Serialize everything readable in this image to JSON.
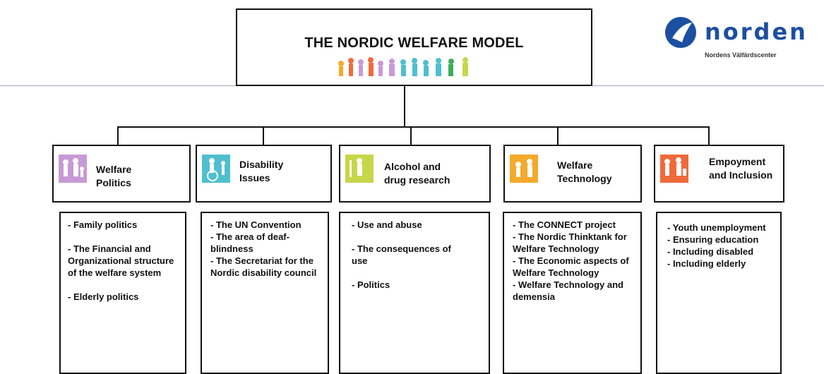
{
  "title": "THE NORDIC WELFARE MODEL",
  "logo": {
    "word": "norden",
    "subtitle": "Nordens Välfärdscenter",
    "color": "#1c4fa1"
  },
  "categories": [
    {
      "label": "Welfare Politics",
      "color": "#c79ad6",
      "icon": "family-icon",
      "items": [
        "- Family politics",
        "- The Financial and Organizational structure of the welfare system",
        "- Elderly politics"
      ]
    },
    {
      "label": "Disability Issues",
      "color": "#4fbfcf",
      "icon": "wheelchair-icon",
      "items": [
        "- The UN Convention",
        "- The area of deaf-blindness",
        "- The Secretariat for the Nordic disability council"
      ]
    },
    {
      "label": "Alcohol and drug research",
      "color": "#c6d64a",
      "icon": "person-icon",
      "items": [
        "- Use and abuse",
        "- The consequences of use",
        "- Politics"
      ]
    },
    {
      "label": "Welfare Technology",
      "color": "#f4aa2a",
      "icon": "technology-icon",
      "items": [
        "- The CONNECT project",
        "- The Nordic Thinktank for Welfare Technology",
        "- The Economic aspects of Welfare Technology",
        "- Welfare Technology and demensia"
      ]
    },
    {
      "label": "Empoyment and Inclusion",
      "color": "#ef6a3a",
      "icon": "workers-icon",
      "items": [
        "- Youth unemployment",
        "- Ensuring education",
        "- Including disabled",
        "- Including elderly"
      ]
    }
  ]
}
